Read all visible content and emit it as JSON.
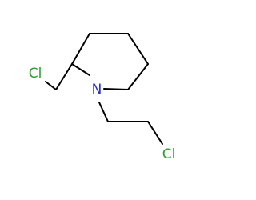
{
  "molecule": {
    "atoms": {
      "cl_left": {
        "symbol": "Cl",
        "color": "#2E9E2E"
      },
      "nitrogen": {
        "symbol": "N",
        "color": "#2233BB"
      },
      "cl_bottom": {
        "symbol": "Cl",
        "color": "#2E9E2E"
      }
    },
    "bond_color": "#000000"
  }
}
